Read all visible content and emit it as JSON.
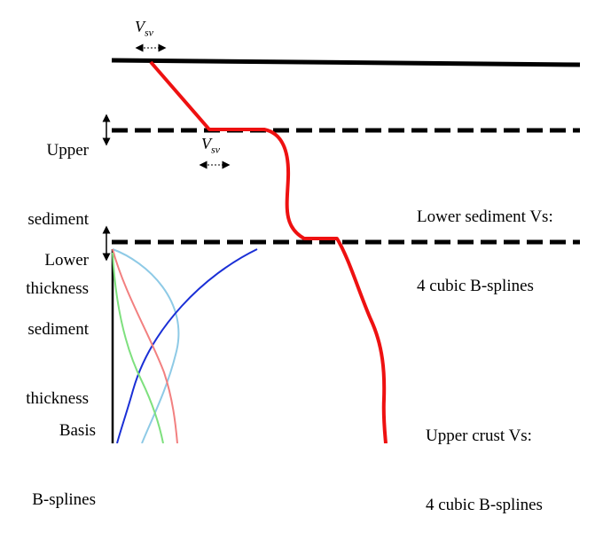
{
  "labels": {
    "vsv_symbol": "V",
    "vsv_subscript": "sv",
    "upper_sediment": [
      "Upper",
      "sediment",
      "thickness"
    ],
    "lower_sediment": [
      "Lower",
      "sediment",
      "thickness"
    ],
    "basis": [
      "Basis",
      "B-splines"
    ],
    "lower_sediment_vs": [
      "Lower sediment Vs:",
      "4 cubic B-splines"
    ],
    "upper_crust_vs": [
      "Upper crust Vs:",
      "4 cubic B-splines"
    ]
  },
  "colors": {
    "surface_line": "#000000",
    "interface_dash": "#000000",
    "velocity_profile": "#ee1111",
    "basis_spline_light_blue": "#8ecae6",
    "basis_spline_blue": "#1a2fd6",
    "basis_spline_pink": "#f28080",
    "basis_spline_green": "#7ee07e",
    "arrow_dotted": "#555555"
  }
}
